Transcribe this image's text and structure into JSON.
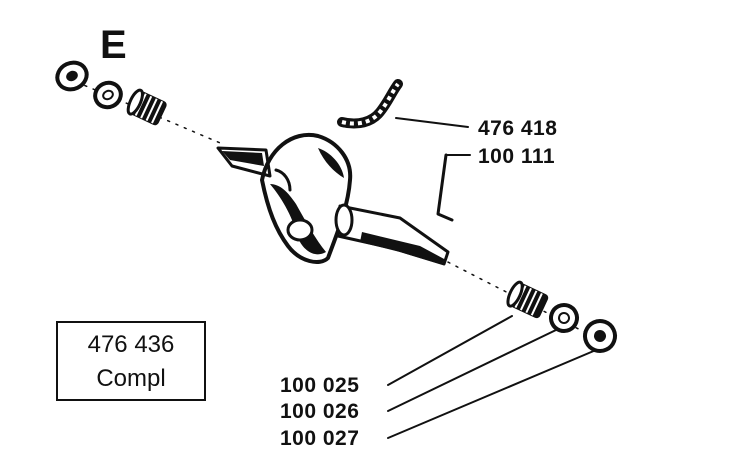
{
  "diagram": {
    "section_letter": "E",
    "labels": {
      "needle_bearing_cage": "476 418",
      "spring_clip": "100 111",
      "bearing_right": "100 025",
      "washer_right": "100 026",
      "seal_right": "100 027"
    },
    "assembly_box": {
      "part_number": "476 436",
      "caption": "Compl"
    },
    "colors": {
      "ink": "#111111",
      "paper": "#ffffff"
    }
  }
}
